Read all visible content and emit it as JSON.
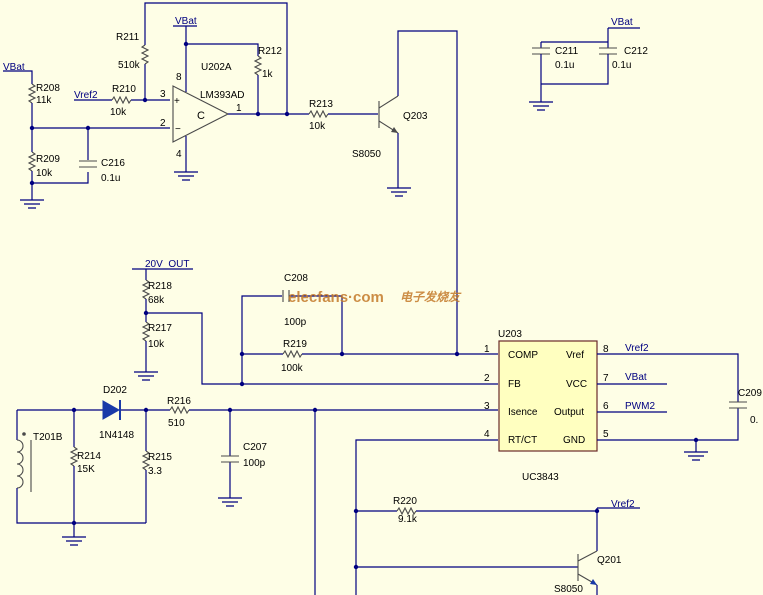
{
  "nets": {
    "vbat": "VBat",
    "vref2": "Vref2",
    "out20v": "20V_OUT",
    "pwm2": "PWM2"
  },
  "opamp": {
    "ref": "U202A",
    "part": "LM393AD",
    "mark": "C",
    "pins": {
      "p3": "3",
      "p2": "2",
      "p1": "1",
      "p8": "8",
      "p4": "4"
    }
  },
  "ic": {
    "ref": "U203",
    "part": "UC3843",
    "left_pins": [
      {
        "num": "1",
        "name": "COMP"
      },
      {
        "num": "2",
        "name": "FB"
      },
      {
        "num": "3",
        "name": "Isence"
      },
      {
        "num": "4",
        "name": "RT/CT"
      }
    ],
    "right_pins": [
      {
        "num": "8",
        "name": "Vref"
      },
      {
        "num": "7",
        "name": "VCC"
      },
      {
        "num": "6",
        "name": "Output"
      },
      {
        "num": "5",
        "name": "GND"
      }
    ]
  },
  "components": {
    "R211": {
      "ref": "R211",
      "val": "510k"
    },
    "R212": {
      "ref": "R212",
      "val": "1k"
    },
    "R208": {
      "ref": "R208",
      "val": "11k"
    },
    "R209": {
      "ref": "R209",
      "val": "10k"
    },
    "R210": {
      "ref": "R210",
      "val": "10k"
    },
    "R213": {
      "ref": "R213",
      "val": "10k"
    },
    "C216": {
      "ref": "C216",
      "val": "0.1u"
    },
    "C211": {
      "ref": "C211",
      "val": "0.1u"
    },
    "C212": {
      "ref": "C212",
      "val": "0.1u"
    },
    "Q203": {
      "ref": "Q203",
      "val": "S8050"
    },
    "C208": {
      "ref": "C208",
      "val": "100p"
    },
    "R218": {
      "ref": "R218",
      "val": "68k"
    },
    "R217": {
      "ref": "R217",
      "val": "10k"
    },
    "R219": {
      "ref": "R219",
      "val": "100k"
    },
    "D202": {
      "ref": "D202",
      "val": "1N4148"
    },
    "R216": {
      "ref": "R216",
      "val": "510"
    },
    "R214": {
      "ref": "R214",
      "val": "15K"
    },
    "R215": {
      "ref": "R215",
      "val": "3.3"
    },
    "C207": {
      "ref": "C207",
      "val": "100p"
    },
    "T201B": {
      "ref": "T201B"
    },
    "C209": {
      "ref": "C209",
      "val": "0."
    },
    "R220": {
      "ref": "R220",
      "val": "9.1k"
    },
    "Q201": {
      "ref": "Q201",
      "val": "S8050"
    }
  },
  "watermark": {
    "site": "elecfans·com",
    "cn": "电子发烧友"
  },
  "colors": {
    "background": "#fefee6",
    "wire": "#000080",
    "component": "#4a4a4a",
    "watermark": "#c47a2a"
  }
}
